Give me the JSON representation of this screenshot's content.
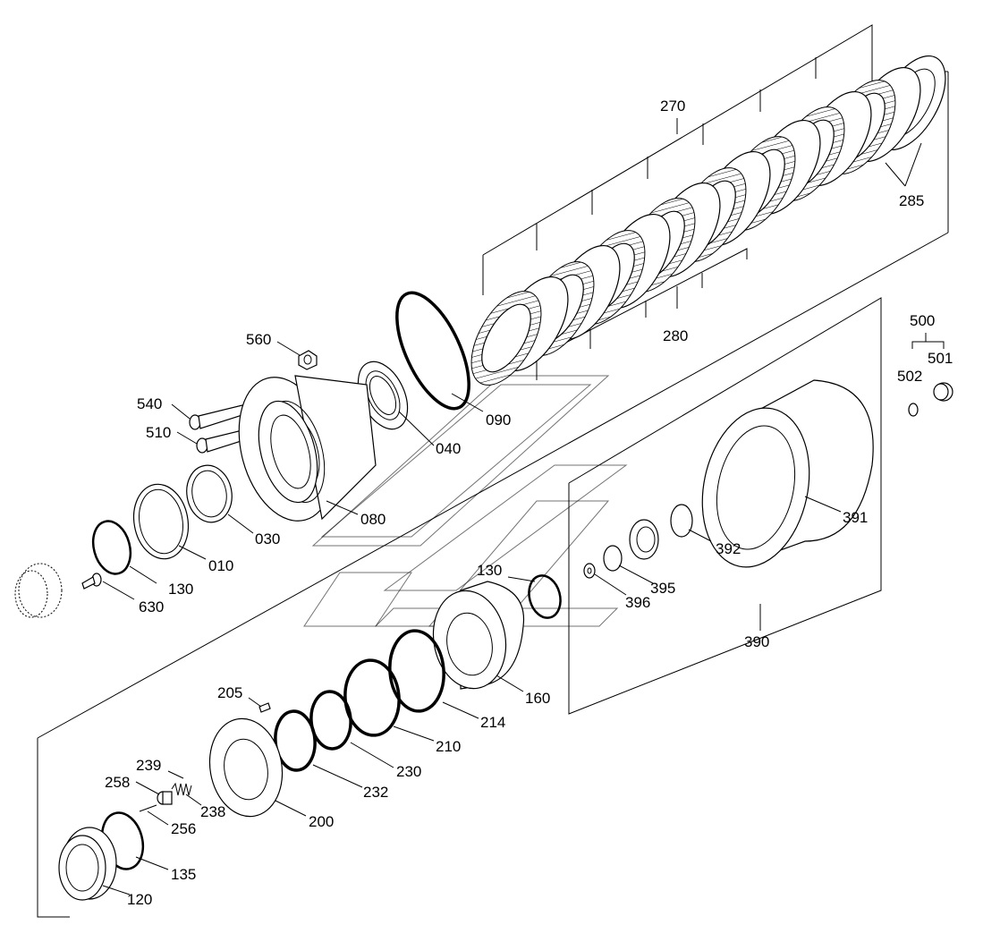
{
  "diagram": {
    "part_numbers": {
      "p270": "270",
      "p285": "285",
      "p280": "280",
      "p500": "500",
      "p501": "501",
      "p502": "502",
      "p560": "560",
      "p540": "540",
      "p510": "510",
      "p090": "090",
      "p040": "040",
      "p391": "391",
      "p080": "080",
      "p030": "030",
      "p010": "010",
      "p392": "392",
      "p130a": "130",
      "p130b": "130",
      "p630": "630",
      "p395": "395",
      "p396": "396",
      "p390": "390",
      "p160": "160",
      "p205": "205",
      "p214": "214",
      "p210": "210",
      "p239": "239",
      "p230": "230",
      "p258": "258",
      "p238": "238",
      "p232": "232",
      "p200": "200",
      "p256": "256",
      "p135": "135",
      "p120": "120"
    }
  }
}
